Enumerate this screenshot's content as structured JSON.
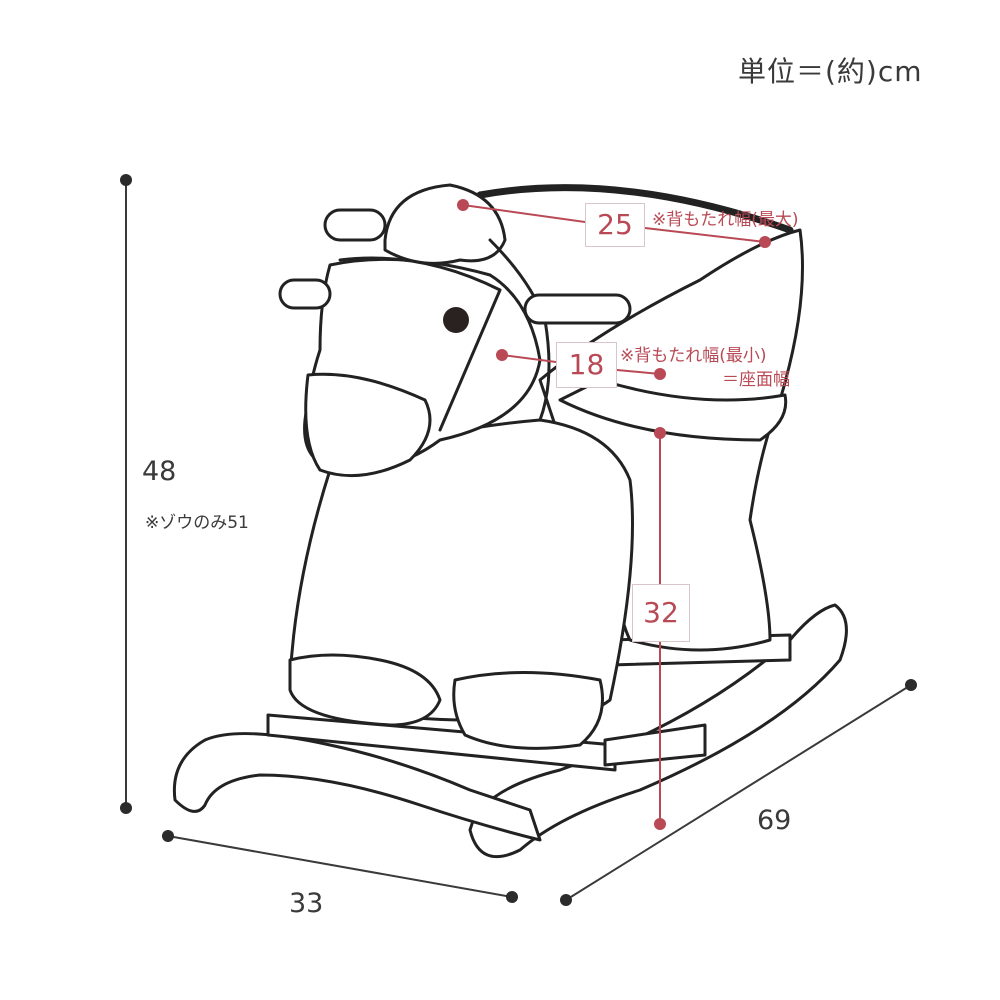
{
  "header": {
    "unit_label": "単位＝(約)cm"
  },
  "dimensions": {
    "height": {
      "value": "48",
      "note": "※ゾウのみ51"
    },
    "width": {
      "value": "33"
    },
    "length": {
      "value": "69"
    },
    "backrest_max": {
      "value": "25",
      "note": "※背もたれ幅(最大)"
    },
    "backrest_min": {
      "value": "18",
      "note_line1": "※背もたれ幅(最小)",
      "note_line2": "＝座面幅"
    },
    "seat_height": {
      "value": "32"
    }
  },
  "colors": {
    "accent": "#b94a55",
    "line": "#2b2b2b",
    "text": "#3a3a3a"
  }
}
